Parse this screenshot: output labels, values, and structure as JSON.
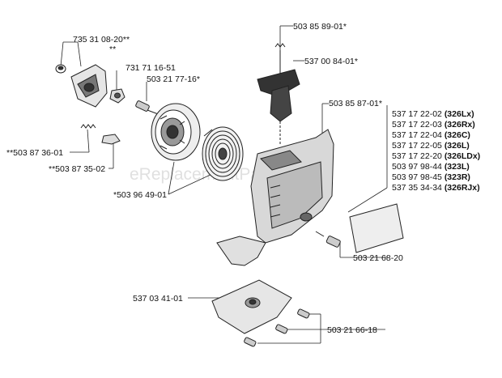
{
  "watermark": "eReplacementParts.com",
  "labels": {
    "p1": "735 31 08-20**",
    "p1b": "**",
    "p2": "731 71 16-51",
    "p3": "503 21 77-16*",
    "p4": "**503 87 36-01",
    "p5": "**503 87 35-02",
    "p6": "*503 96 49-01",
    "p7": "503 85 89-01*",
    "p8": "537 00 84-01*",
    "p9": "503 85 87-01*",
    "p10": "503 21 68-20",
    "p11": "537 03 41-01",
    "p12": "503 21 66-18"
  },
  "decal_list": [
    {
      "code": "537 17 22-02",
      "model": "(326Lx)"
    },
    {
      "code": "537 17 22-03",
      "model": "(326Rx)"
    },
    {
      "code": "537 17 22-04",
      "model": "(326C)"
    },
    {
      "code": "537 17 22-05",
      "model": "(326L)"
    },
    {
      "code": "537 17 22-20",
      "model": "(326LDx)"
    },
    {
      "code": "503 97 98-44",
      "model": "(323L)"
    },
    {
      "code": "503 97 98-45",
      "model": "(323R)"
    },
    {
      "code": "537 35 34-34",
      "model": "(326RJx)"
    }
  ]
}
